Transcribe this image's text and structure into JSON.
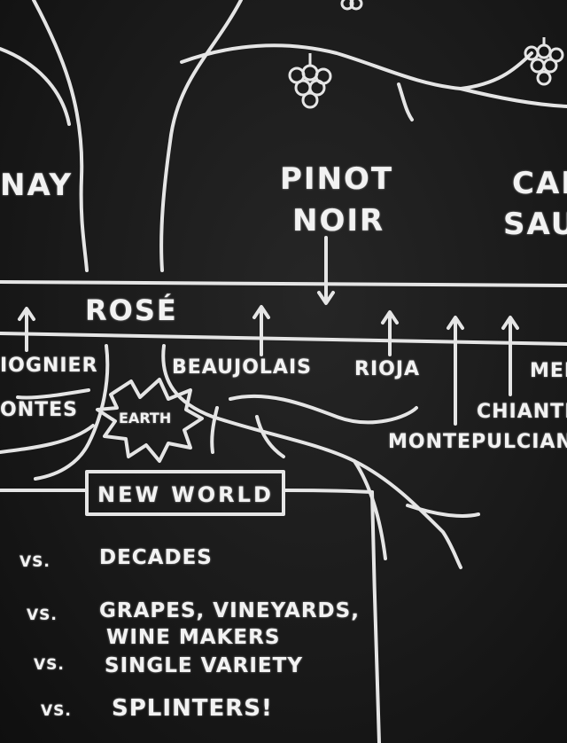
{
  "grapes": {
    "chardonnay_fragment": "NAY",
    "pinot_noir_line1": "PINOT",
    "pinot_noir_line2": "NOIR",
    "cabernet_line1": "CAB",
    "cabernet_line2": "SAU"
  },
  "band_label": "ROSÉ",
  "wines": {
    "viognier": "IOGNIER",
    "beaujolais": "BEAUJOLAIS",
    "rioja": "RIOJA",
    "merlot": "MEI",
    "torrontes": "ONTES",
    "chianti": "CHIANTI",
    "montepulciano": "MONTEPULCIAN"
  },
  "earth_label": "EARTH",
  "new_world_label": "NEW WORLD",
  "comparisons": [
    {
      "vs": "VS.",
      "text": "DECADES"
    },
    {
      "vs": "VS.",
      "text": "GRAPES, VINEYARDS,",
      "text2": "WINE MAKERS"
    },
    {
      "vs": "VS.",
      "text": "SINGLE VARIETY"
    },
    {
      "vs": "VS.",
      "text": "SPLINTERS!"
    }
  ],
  "colors": {
    "chalk": "#f2f2f2",
    "board": "#1a1a1a"
  }
}
